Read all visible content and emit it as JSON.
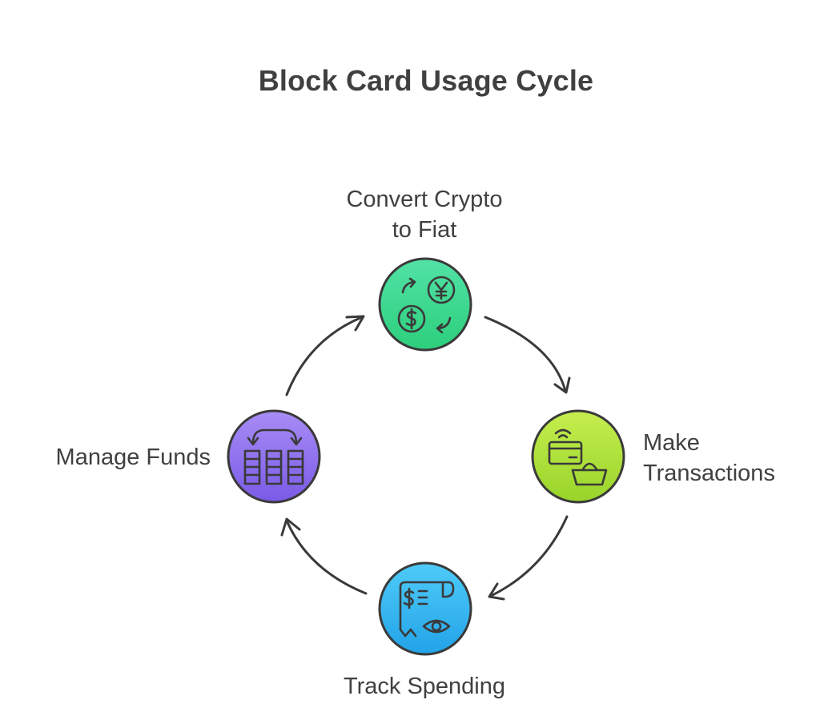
{
  "title": "Block Card Usage Cycle",
  "nodes": [
    {
      "id": "convert",
      "label_lines": [
        "Convert Crypto",
        "to Fiat"
      ],
      "icon": "currency-exchange-icon",
      "color_top": "#4ee0a2",
      "color_bottom": "#2fd07e"
    },
    {
      "id": "transactions",
      "label_lines": [
        "Make",
        "Transactions"
      ],
      "icon": "card-basket-icon",
      "color_top": "#c2ec4a",
      "color_bottom": "#9dd62c"
    },
    {
      "id": "track",
      "label_lines": [
        "Track Spending"
      ],
      "icon": "receipt-eye-icon",
      "color_top": "#4cc8f7",
      "color_bottom": "#25a7ea"
    },
    {
      "id": "manage",
      "label_lines": [
        "Manage Funds"
      ],
      "icon": "fund-transfer-icon",
      "color_top": "#a386f5",
      "color_bottom": "#7d5ee8"
    }
  ],
  "stroke_color": "#3a3a3a"
}
